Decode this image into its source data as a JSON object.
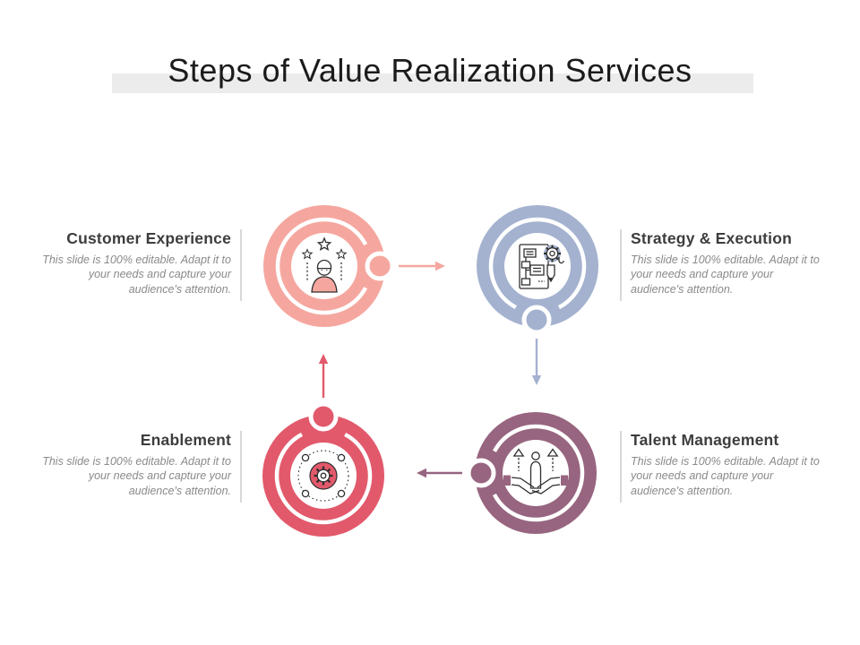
{
  "slide": {
    "title": "Steps of Value Realization Services",
    "background_color": "#ffffff",
    "title_band_color": "#ececec"
  },
  "steps": [
    {
      "label": "Customer Experience",
      "description": "This slide is 100% editable. Adapt it to your needs and capture your audience's attention.",
      "color": "#F5A79F",
      "icon": "customer-satisfaction-icon",
      "position": "top-left",
      "arrow_direction": "right"
    },
    {
      "label": "Strategy & Execution",
      "description": "This slide is 100% editable. Adapt it to your needs and capture your audience's attention.",
      "color": "#A4B2CF",
      "icon": "strategy-planning-icon",
      "position": "top-right",
      "arrow_direction": "down"
    },
    {
      "label": "Talent Management",
      "description": "This slide is 100% editable. Adapt it to your needs and capture your audience's attention.",
      "color": "#97657F",
      "icon": "talent-growth-icon",
      "position": "bottom-right",
      "arrow_direction": "left"
    },
    {
      "label": "Enablement",
      "description": "This slide is 100% editable. Adapt it to your needs and capture your audience's attention.",
      "color": "#E2596B",
      "icon": "gear-network-icon",
      "position": "bottom-left",
      "arrow_direction": "up"
    }
  ]
}
